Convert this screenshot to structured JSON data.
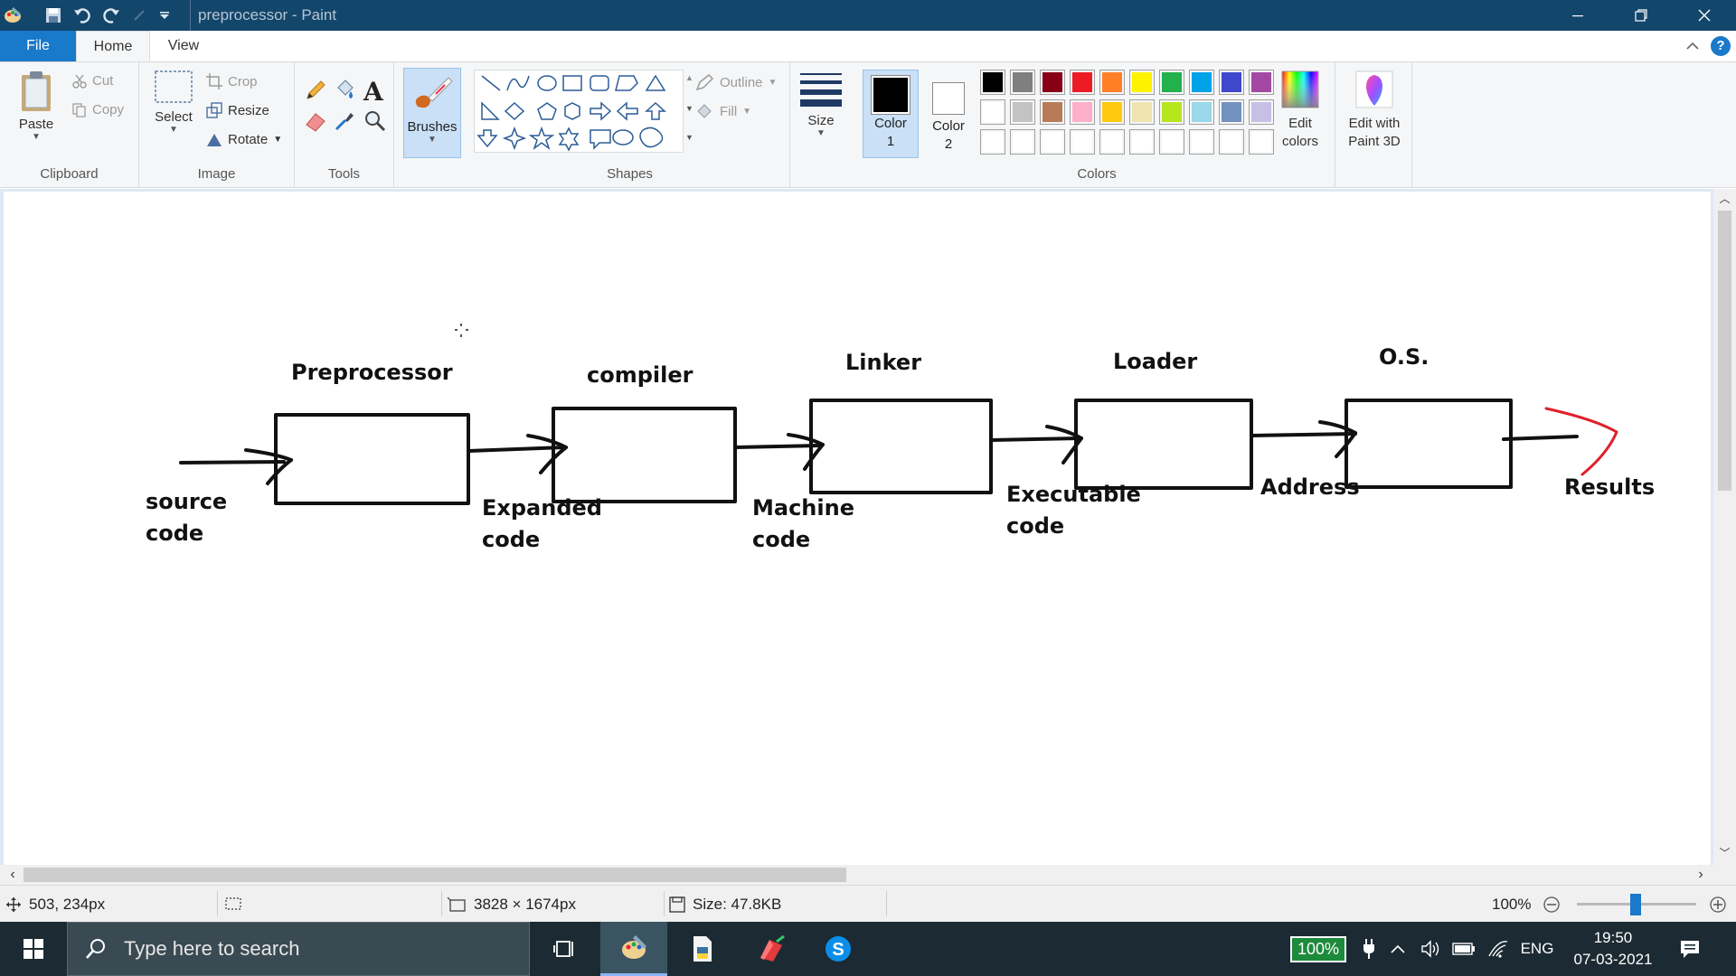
{
  "window": {
    "title": "preprocessor - Paint"
  },
  "tabs": [
    {
      "label": "File"
    },
    {
      "label": "Home"
    },
    {
      "label": "View"
    }
  ],
  "ribbon": {
    "clipboard": {
      "paste": "Paste",
      "cut": "Cut",
      "copy": "Copy",
      "group_label": "Clipboard"
    },
    "image": {
      "select": "Select",
      "crop": "Crop",
      "resize": "Resize",
      "rotate": "Rotate",
      "group_label": "Image"
    },
    "tools": {
      "group_label": "Tools"
    },
    "brushes": {
      "label": "Brushes"
    },
    "shapes": {
      "outline": "Outline",
      "fill": "Fill",
      "group_label": "Shapes"
    },
    "size": {
      "label": "Size"
    },
    "color1": {
      "label": "Color",
      "number": "1"
    },
    "color2": {
      "label": "Color",
      "number": "2"
    },
    "colors": {
      "group_label": "Colors",
      "palette_row1": [
        "#000000",
        "#7f7f7f",
        "#880015",
        "#ed1c24",
        "#ff7f27",
        "#fff200",
        "#22b14c",
        "#00a2e8",
        "#3f48cc",
        "#a349a4"
      ],
      "palette_row2": [
        "#ffffff",
        "#c3c3c3",
        "#b97a57",
        "#ffaec9",
        "#ffc90e",
        "#efe4b0",
        "#b5e61d",
        "#99d9ea",
        "#7092be",
        "#c8bfe7"
      ],
      "edit_colors": "Edit colors"
    },
    "paint3d": {
      "label": "Edit with Paint 3D"
    }
  },
  "diagram": {
    "boxes": [
      {
        "label": "Preprocessor"
      },
      {
        "label": "compiler"
      },
      {
        "label": "Linker"
      },
      {
        "label": "Loader"
      },
      {
        "label": "O.S."
      }
    ],
    "labels": [
      {
        "line1": "source",
        "line2": "code"
      },
      {
        "line1": "Expanded",
        "line2": "code"
      },
      {
        "line1": "Machine",
        "line2": "code"
      },
      {
        "line1": "Executable",
        "line2": "code"
      },
      {
        "line1": "Address",
        "line2": ""
      },
      {
        "line1": "Results",
        "line2": ""
      }
    ],
    "results_arrow_color": "#e0202a"
  },
  "status": {
    "cursor_pos": "503, 234px",
    "canvas_size": "3828 × 1674px",
    "file_size": "Size: 47.8KB",
    "zoom": "100%"
  },
  "taskbar": {
    "search_placeholder": "Type here to search",
    "battery": "100%",
    "language": "ENG",
    "time": "19:50",
    "date": "07-03-2021"
  }
}
